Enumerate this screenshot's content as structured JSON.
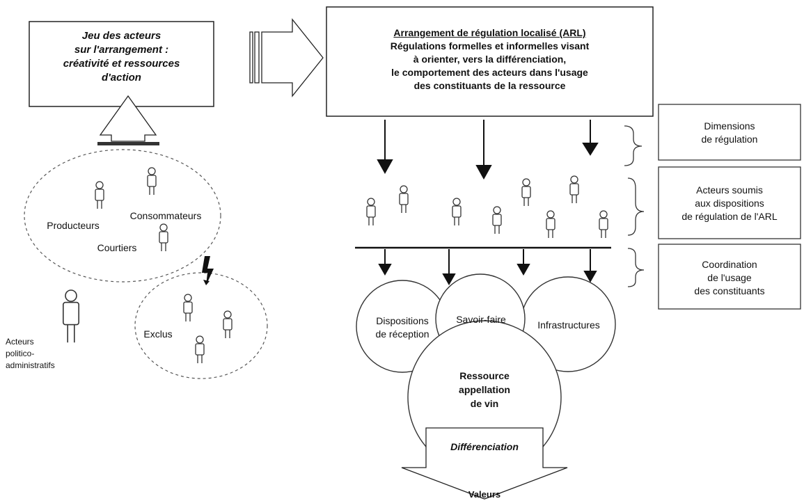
{
  "actors_box": {
    "line1": "Jeu des acteurs",
    "line2": "sur l'arrangement :",
    "line3": "créativité et ressources",
    "line4": "d'action"
  },
  "arl_box": {
    "title": "Arrangement de régulation localisé (ARL)",
    "line1": "Régulations formelles et informelles visant",
    "line2": "à orienter, vers la différenciation,",
    "line3": "le comportement des acteurs dans l'usage",
    "line4": "des constituants de la ressource"
  },
  "right_labels": {
    "dimensions": [
      "Dimensions",
      "de régulation"
    ],
    "acteurs": [
      "Acteurs soumis",
      "aux dispositions",
      "de régulation de  l'ARL"
    ],
    "coordination": [
      "Coordination",
      "de l'usage",
      "des constituants"
    ]
  },
  "left_group": {
    "producteurs": "Producteurs",
    "consommateurs": "Consommateurs",
    "courtiers": "Courtiers",
    "exclus": "Exclus",
    "politico": [
      "Acteurs",
      "politico-",
      "administratifs"
    ]
  },
  "circles": {
    "dispositions": [
      "Dispositions",
      "de réception"
    ],
    "savoir_faire": "Savoir-faire",
    "infrastructures": "Infrastructures",
    "ressource": [
      "Ressource",
      "appellation",
      "de vin"
    ]
  },
  "bottom": {
    "differenciation": "Différenciation",
    "valeurs": "Valeurs"
  }
}
